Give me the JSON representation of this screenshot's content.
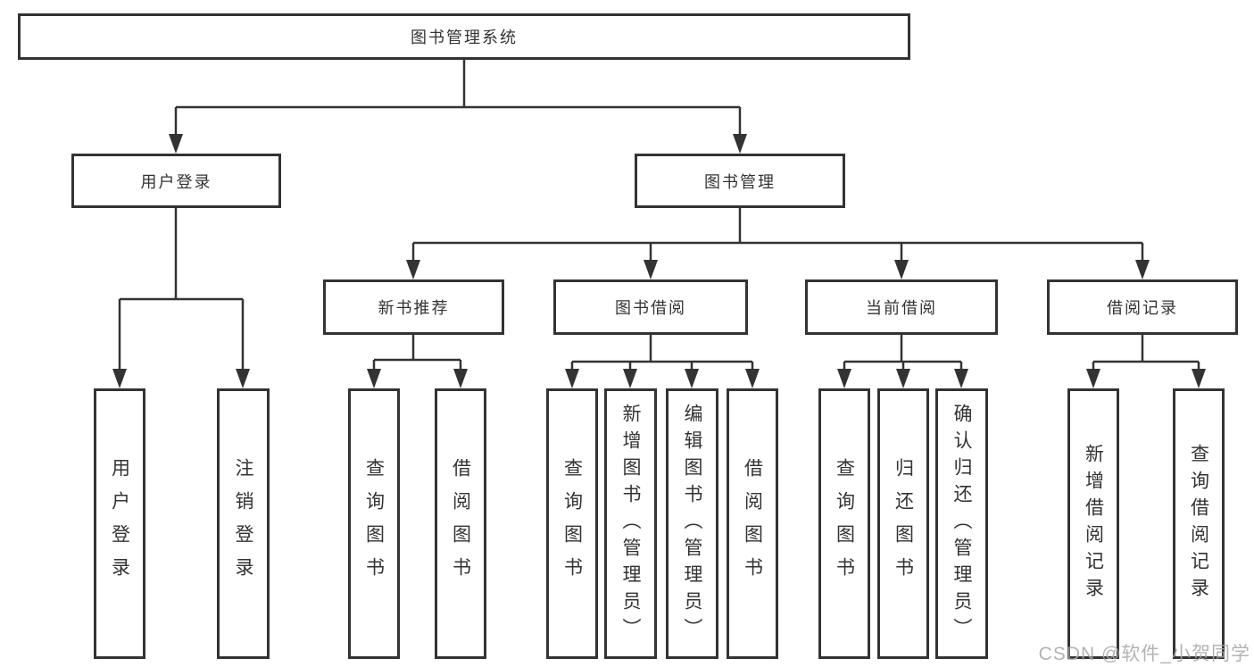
{
  "colors": {
    "line": "#333333",
    "box_border": "#333333",
    "text": "#333333",
    "watermark": "#a6a6a6",
    "background": "#ffffff"
  },
  "tree": {
    "root": "图书管理系统",
    "level2": [
      "用户登录",
      "图书管理"
    ],
    "level3": [
      "新书推荐",
      "图书借阅",
      "当前借阅",
      "借阅记录"
    ],
    "leaves_login": [
      "用户登录",
      "注销登录"
    ],
    "leaves_recommend": [
      "查询图书",
      "借阅图书"
    ],
    "leaves_borrow": [
      "查询图书",
      "新增图书（管理员）",
      "编辑图书（管理员）",
      "借阅图书"
    ],
    "leaves_current": [
      "查询图书",
      "归还图书",
      "确认归还（管理员）"
    ],
    "leaves_records": [
      "新增借阅记录",
      "查询借阅记录"
    ]
  },
  "watermark": {
    "text": "CSDN @软件_小贺同学"
  }
}
